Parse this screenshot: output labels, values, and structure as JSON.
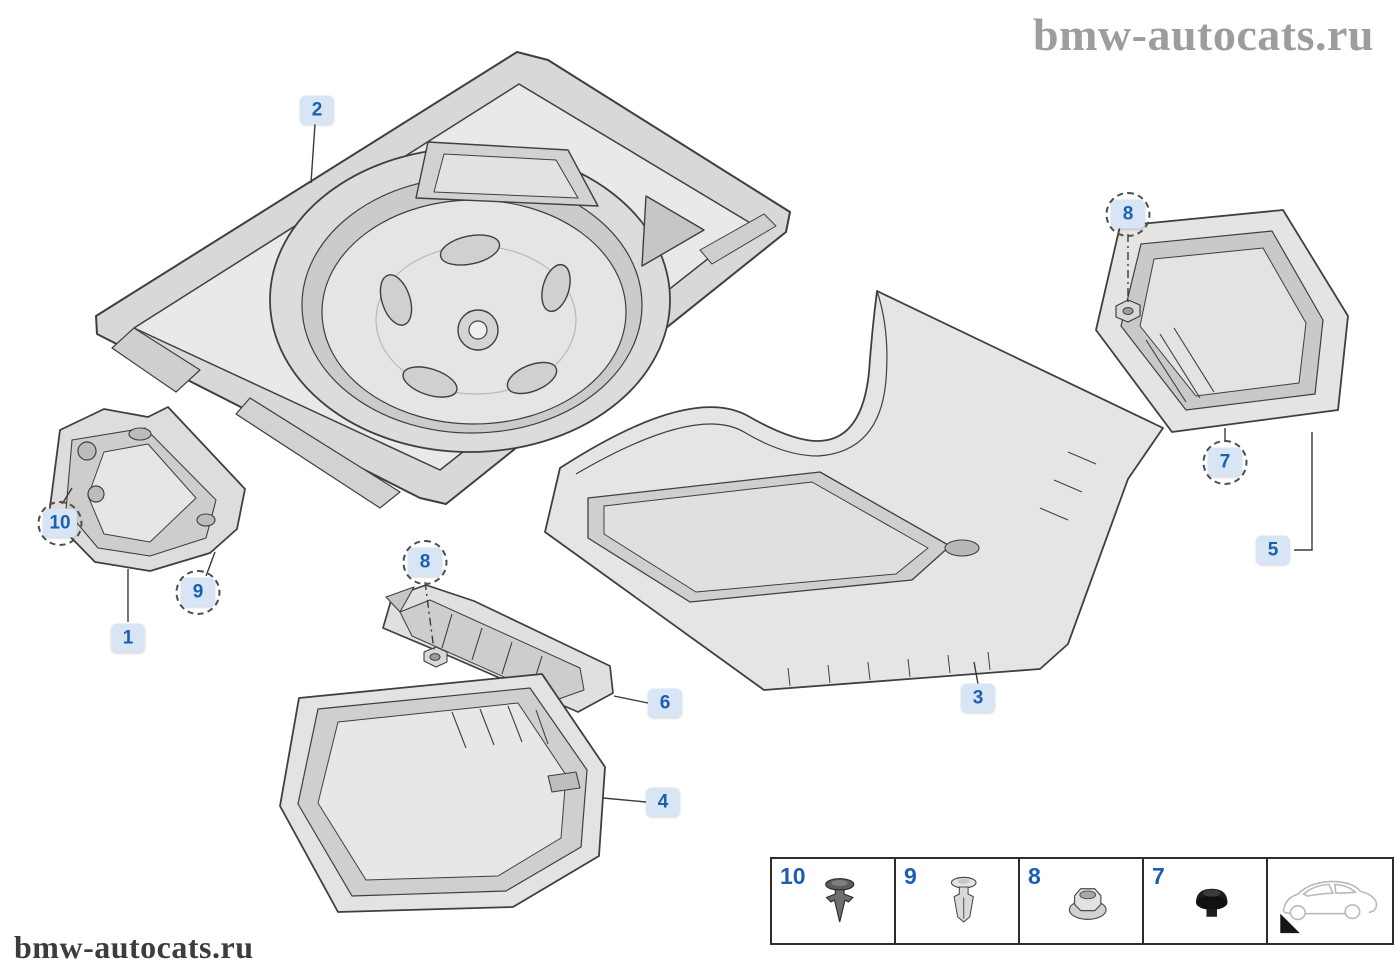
{
  "page": {
    "watermark_top_right": "bmw-autocats.ru",
    "watermark_bottom_left": "bmw-autocats.ru",
    "background": "#ffffff"
  },
  "colors": {
    "callout_background": "#d8e5f4",
    "callout_text": "#1b5fae",
    "drawing_line": "#3f3f3d",
    "legend_border": "#2d2d2b"
  },
  "callouts": [
    {
      "label": "2",
      "circled": false
    },
    {
      "label": "8",
      "circled": true
    },
    {
      "label": "7",
      "circled": true
    },
    {
      "label": "5",
      "circled": false
    },
    {
      "label": "10",
      "circled": true
    },
    {
      "label": "9",
      "circled": true
    },
    {
      "label": "1",
      "circled": false
    },
    {
      "label": "8",
      "circled": true
    },
    {
      "label": "6",
      "circled": false
    },
    {
      "label": "3",
      "circled": false
    },
    {
      "label": "4",
      "circled": false
    }
  ],
  "legend": {
    "cells": [
      {
        "number": "10",
        "icon": "expanding-clip-icon"
      },
      {
        "number": "9",
        "icon": "expanding-rivet-icon"
      },
      {
        "number": "8",
        "icon": "plastic-nut-icon"
      },
      {
        "number": "7",
        "icon": "blind-plug-icon"
      },
      {
        "number": "",
        "icon": "car-thumbnail-icon"
      }
    ]
  }
}
